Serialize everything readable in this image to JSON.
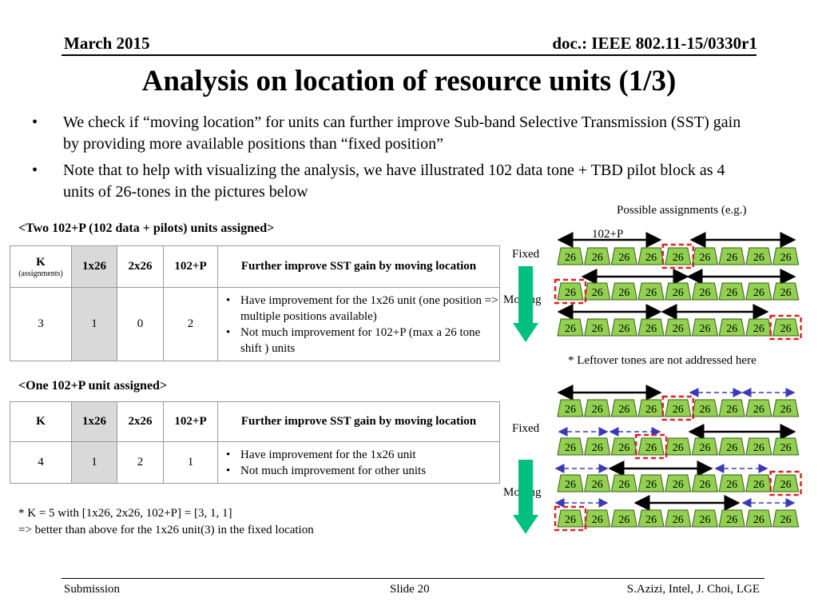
{
  "header": {
    "date": "March 2015",
    "doc": "doc.: IEEE 802.11-15/0330r1"
  },
  "title": "Analysis on location of resource units (1/3)",
  "bullets": [
    "We check if “moving location” for units can further improve Sub-band Selective Transmission (SST) gain by providing more available positions than “fixed position”",
    "Note that to help with visualizing the analysis, we have illustrated 102 data tone + TBD pilot block as 4 units of 26-tones in the pictures below"
  ],
  "bullet_symbol": "•",
  "possible_assignments": "Possible assignments (e.g.)",
  "section1": {
    "heading": "<Two 102+P (102 data + pilots) units assigned>",
    "headers": {
      "k": "K",
      "k_sub": "(assignments)",
      "c1": "1x26",
      "c2": "2x26",
      "c3": "102+P",
      "c4": "Further improve SST gain by moving location"
    },
    "row": {
      "k": "3",
      "c1": "1",
      "c2": "0",
      "c3": "2"
    },
    "notes": [
      "Have improvement for the 1x26 unit (one position => multiple positions available)",
      "Not much improvement for 102+P (max a 26 tone shift ) units"
    ]
  },
  "section2": {
    "heading": "<One 102+P unit assigned>",
    "headers": {
      "k": "K",
      "c1": "1x26",
      "c2": "2x26",
      "c3": "102+P",
      "c4": "Further improve SST gain by moving location"
    },
    "row": {
      "k": "4",
      "c1": "1",
      "c2": "2",
      "c3": "1"
    },
    "notes": [
      "Have improvement for the 1x26 unit",
      "Not much improvement for other units"
    ]
  },
  "footnote": {
    "line1": "* K = 5 with [1x26, 2x26, 102+P] = [3, 1, 1]",
    "line2": "=> better than above for the 1x26 unit(3) in the fixed location"
  },
  "diagram": {
    "label_102p": "102+P",
    "fixed_label": "Fixed",
    "moving_label": "Moving",
    "leftover_note": "* Leftover tones are not addressed here",
    "unit_label": "26",
    "colors": {
      "unit_fill": "#92d050",
      "unit_stroke": "#3a5a1a",
      "highlight": "#e02020",
      "arrow_green": "#00c080",
      "dashed_arrow": "#3a3ab8"
    }
  },
  "footer": {
    "left": "Submission",
    "center": "Slide 20",
    "right": "S.Azizi, Intel, J. Choi, LGE"
  }
}
